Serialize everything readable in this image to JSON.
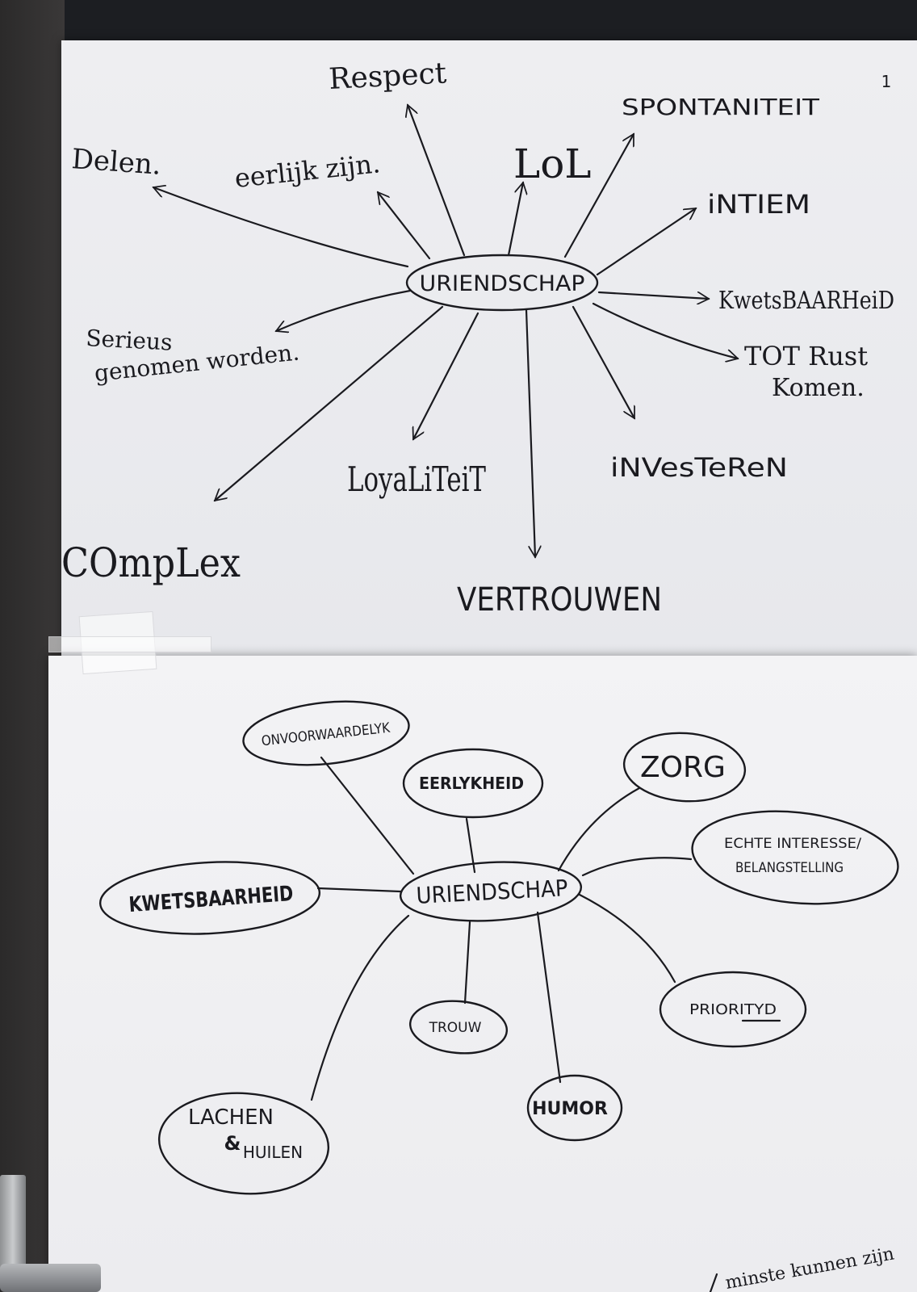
{
  "page_number": "1",
  "top_map": {
    "center": "URIENDSCHAP",
    "branches": {
      "respect": "Respect",
      "spontaniteit": "SPONTANITEIT",
      "delen": "Delen.",
      "eerlijk": "eerlijk zijn.",
      "lol": "LoL",
      "intiem": "iNTIEM",
      "kwetsbaarheid": "KwetsBAARHeiD",
      "serieus_1": "Serieus",
      "serieus_2": "genomen worden.",
      "tot_rust_1": "TOT Rust",
      "tot_rust_2": "Komen.",
      "investeren": "iNVesTeReN",
      "loyaliteit": "LoyaLiTeiT",
      "complex": "COmpLex",
      "vertrouwen": "VERTROUWEN"
    }
  },
  "bottom_map": {
    "center": "URIENDSCHAP",
    "nodes": {
      "onvoorwaardelijk": "ONVOORWAARDELYK",
      "eerlykheid": "EERLYKHEID",
      "zorg": "ZORG",
      "echte_1": "ECHTE INTERESSE/",
      "echte_2": "BELANGSTELLING",
      "kwetsbaarheid": "KWETSBAARHEID",
      "prioriteit": "PRIORITYD",
      "trouw": "TROUW",
      "humor": "HUMOR",
      "lachen_1": "LACHEN",
      "lachen_2": "&",
      "lachen_3": "HUILEN"
    }
  },
  "corner_note": "minste kunnen zijn"
}
